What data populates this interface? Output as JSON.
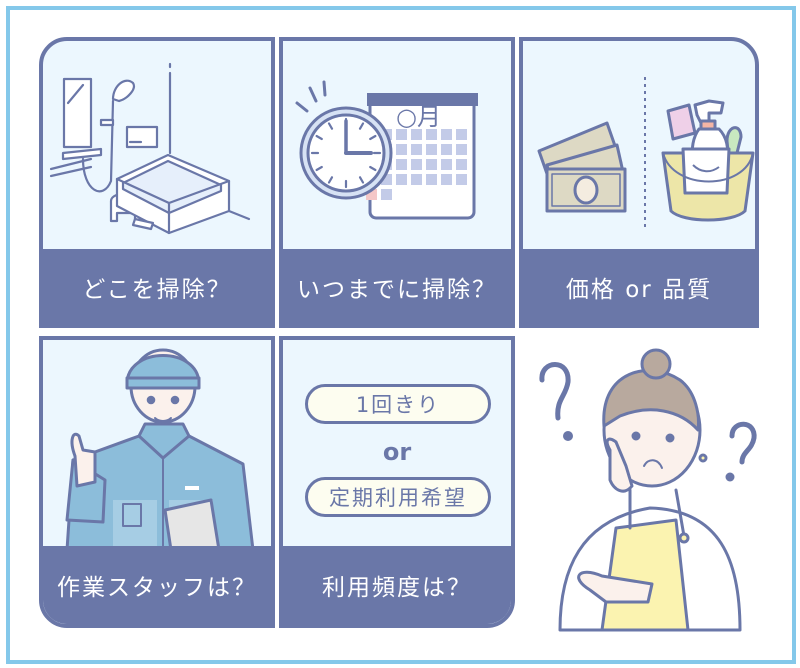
{
  "cards": [
    {
      "label": "どこを掃除？",
      "illustration": "bathroom-icon"
    },
    {
      "label": "いつまでに掃除？",
      "illustration": "clock-calendar-icon",
      "calendar_month": "○月"
    },
    {
      "label": "価格 or 品質",
      "illustration": "money-and-cleaning-bucket-icon"
    },
    {
      "label": "作業スタッフは？",
      "illustration": "worker-staff-icon"
    },
    {
      "label": "利用頻度は？",
      "options": [
        "1回きり",
        "定期利用希望"
      ],
      "connector": "or"
    }
  ],
  "character": {
    "illustration": "confused-woman-icon"
  },
  "colors": {
    "frame": "#84c8ea",
    "card_border": "#6a77a8",
    "card_bg": "#ecf7fe",
    "band": "#6a77a8",
    "pill_bg": "#fdfdf0",
    "apron": "#fbf3b0",
    "cap": "#8cbdda",
    "hair": "#b8a99e"
  }
}
